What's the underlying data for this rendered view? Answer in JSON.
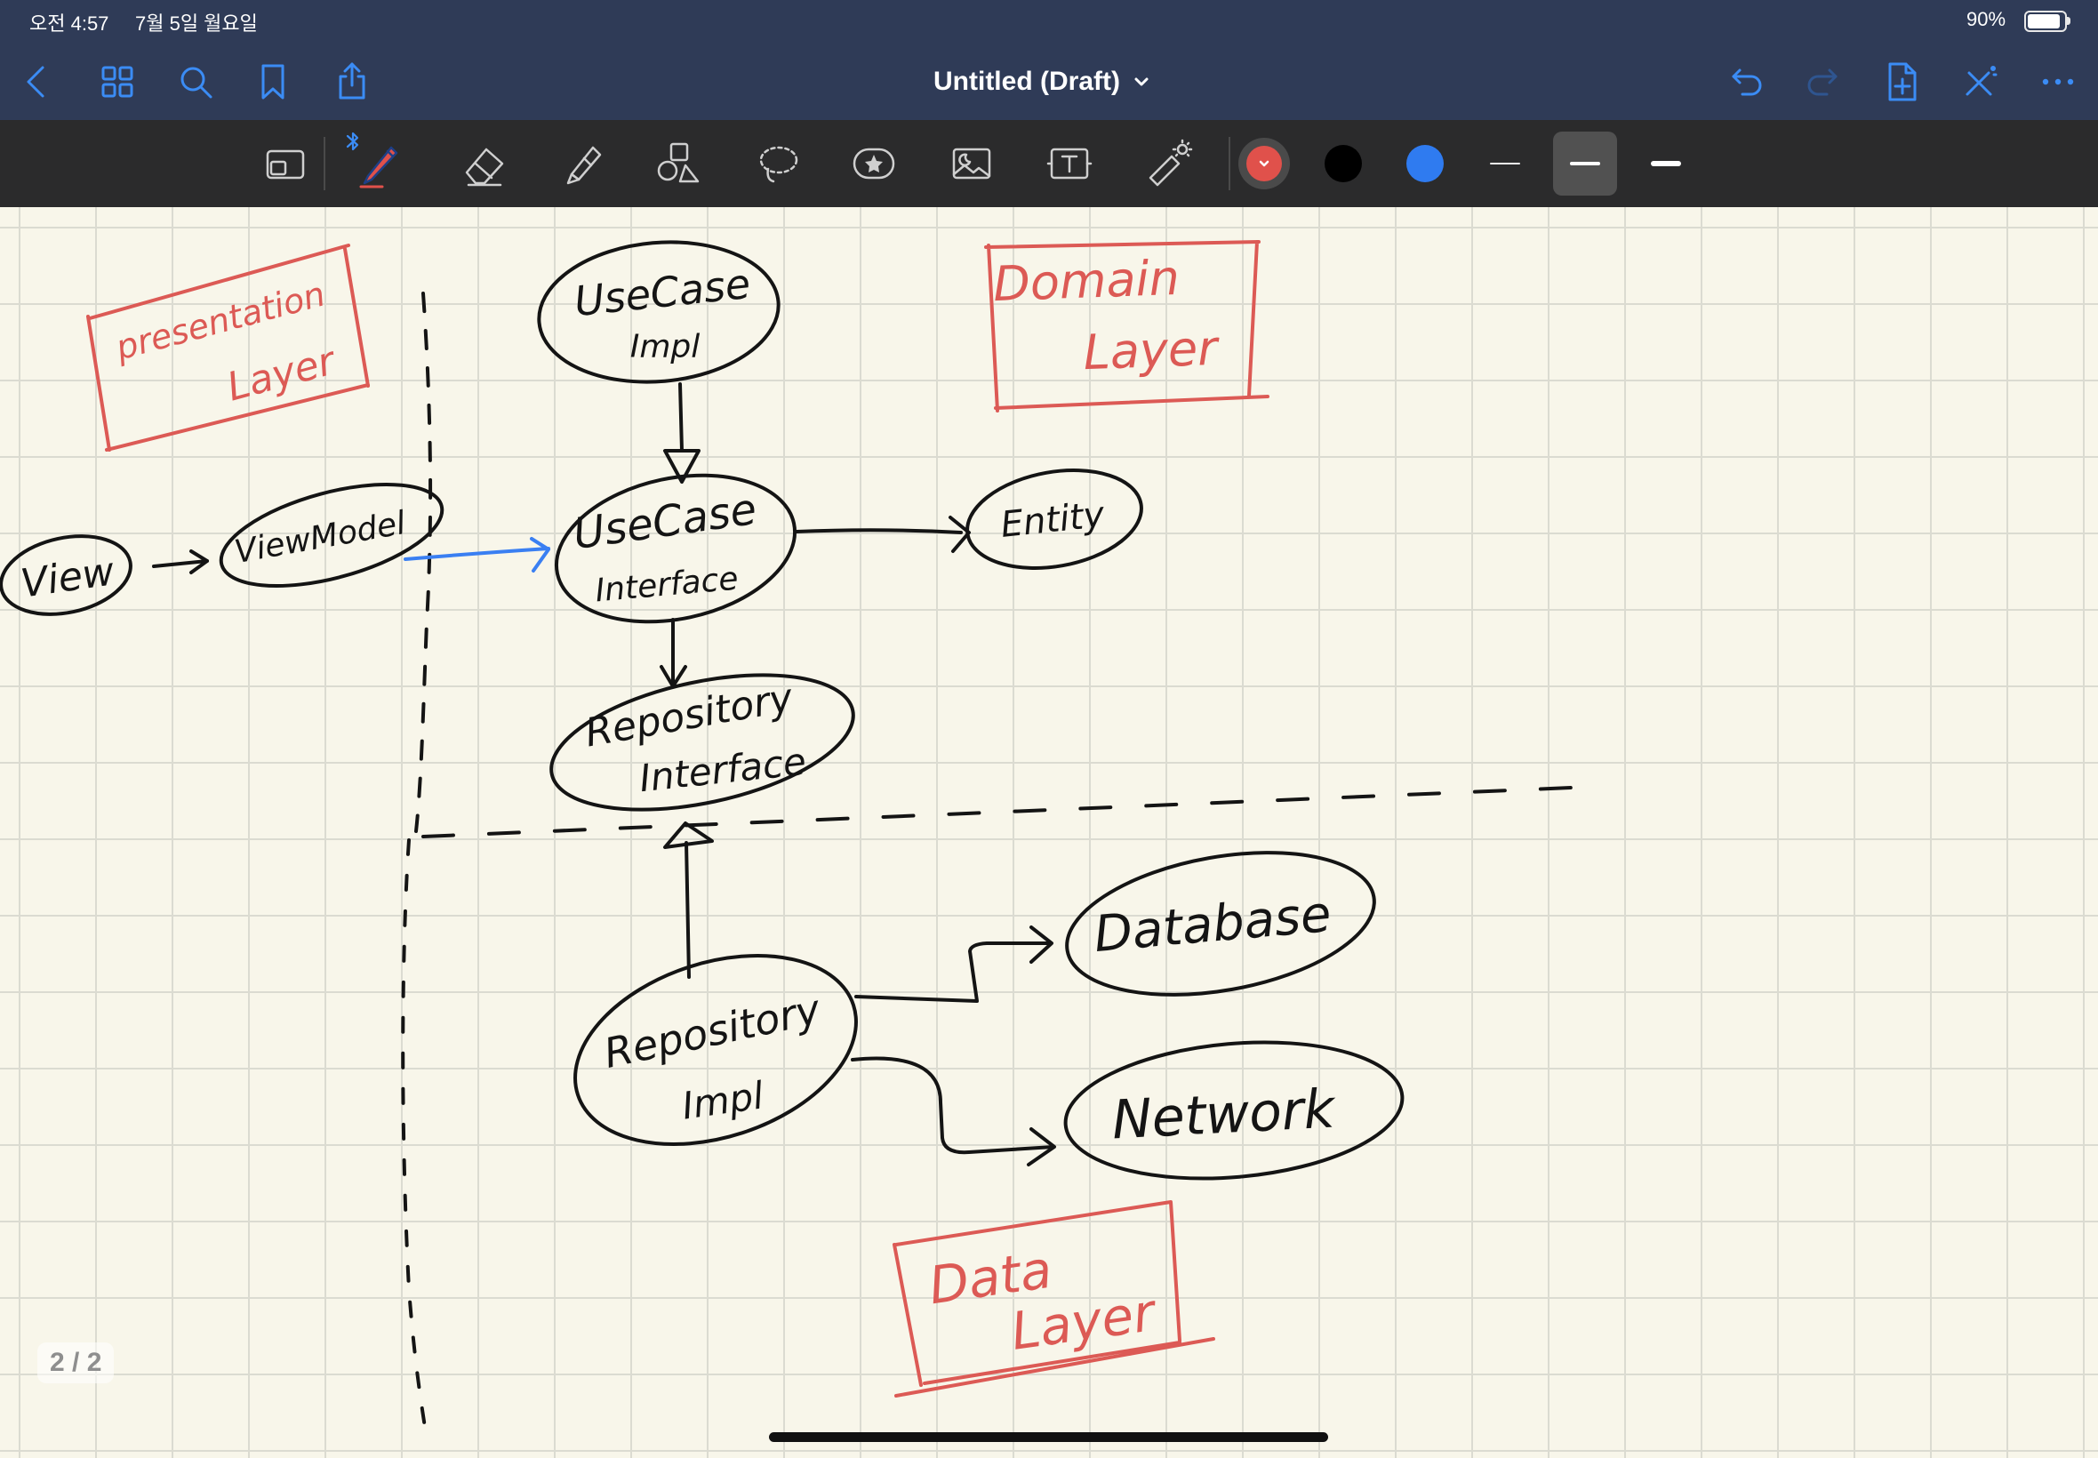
{
  "status_bar": {
    "time": "오전 4:57",
    "date": "7월 5일 월요일",
    "battery_percent": "90%",
    "battery_level": 0.9
  },
  "nav": {
    "title": "Untitled (Draft)",
    "left_icons": [
      "back-chevron-icon",
      "thumbnails-grid-icon",
      "search-icon",
      "bookmark-icon",
      "share-icon"
    ],
    "right_icons": [
      "undo-icon",
      "redo-icon",
      "add-page-icon",
      "edit-mode-icon",
      "more-icon"
    ],
    "redo_enabled": false,
    "accent_color": "#3b8cf5"
  },
  "toolbar": {
    "tools": [
      "zoom-window-icon",
      "pen-icon",
      "eraser-icon",
      "highlighter-icon",
      "shapes-icon",
      "lasso-icon",
      "elements-icon",
      "image-icon",
      "text-box-icon",
      "laser-pointer-icon"
    ],
    "active_tool": "pen-icon",
    "pen_connection_icon": "bluetooth-icon",
    "colors": [
      "#e0514b",
      "#000000",
      "#2f7bf0"
    ],
    "selected_color": "#e0514b",
    "stroke_widths": [
      "thin",
      "medium",
      "thick"
    ],
    "selected_stroke": "medium"
  },
  "canvas": {
    "paper_color": "#f8f6ea",
    "ink_colors": {
      "black": "#141414",
      "red": "#dc5a55",
      "blue": "#3a7ff2"
    },
    "layers": {
      "presentation": [
        "presentation",
        "Layer"
      ],
      "domain": [
        "Domain",
        "Layer"
      ],
      "data": [
        "Data",
        "Layer"
      ]
    },
    "nodes": {
      "view": "View",
      "view_model": "ViewModel",
      "use_case_impl": [
        "UseCase",
        "Impl"
      ],
      "use_case_interface": [
        "UseCase",
        "Interface"
      ],
      "entity": "Entity",
      "repository_interface": [
        "Repository",
        "Interface"
      ],
      "repository_impl": [
        "Repository",
        "Impl"
      ],
      "database": "Database",
      "network": "Network"
    }
  },
  "page_indicator": "2 / 2"
}
